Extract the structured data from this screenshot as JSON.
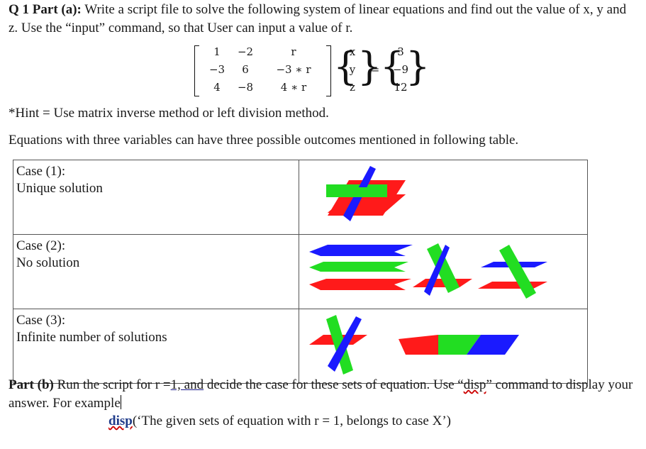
{
  "question": {
    "title_bold": "Q 1 Part (a):",
    "title_text": " Write a script file to solve the following system of linear equations and find out the value of x, y and z. Use the “input” command, so that User can input a value of r."
  },
  "matrix": {
    "A": [
      [
        "1",
        "−2",
        "r"
      ],
      [
        "−3",
        "6",
        "−3 ∗ r"
      ],
      [
        "4",
        "−8",
        "4 ∗ r"
      ]
    ],
    "x": [
      "x",
      "y",
      "z"
    ],
    "equals": "=",
    "b": [
      "3",
      "−9",
      "12"
    ]
  },
  "hint": "*Hint = Use matrix inverse method or left division method.",
  "intro": "Equations with three variables can have three possible outcomes mentioned in following table.",
  "cases": [
    {
      "title": "Case (1):",
      "desc": "Unique solution"
    },
    {
      "title": "Case (2):",
      "desc": "No solution"
    },
    {
      "title": "Case (3):",
      "desc": "Infinite number of solutions"
    }
  ],
  "colors": {
    "red": "#ff1a1a",
    "green": "#22dd22",
    "blue": "#1a1aff"
  },
  "part_b": {
    "bold": "Part (b)",
    "text1": " Run the script for r =",
    "underlined": "1, and",
    "text2": " decide the case for these sets of equation. Use “",
    "disp_word": "disp",
    "text3": "” command to display your answer. For example"
  },
  "example": {
    "keyword": "disp",
    "rest": "(‘The given sets of equation with r = 1, belongs to case X’)"
  }
}
